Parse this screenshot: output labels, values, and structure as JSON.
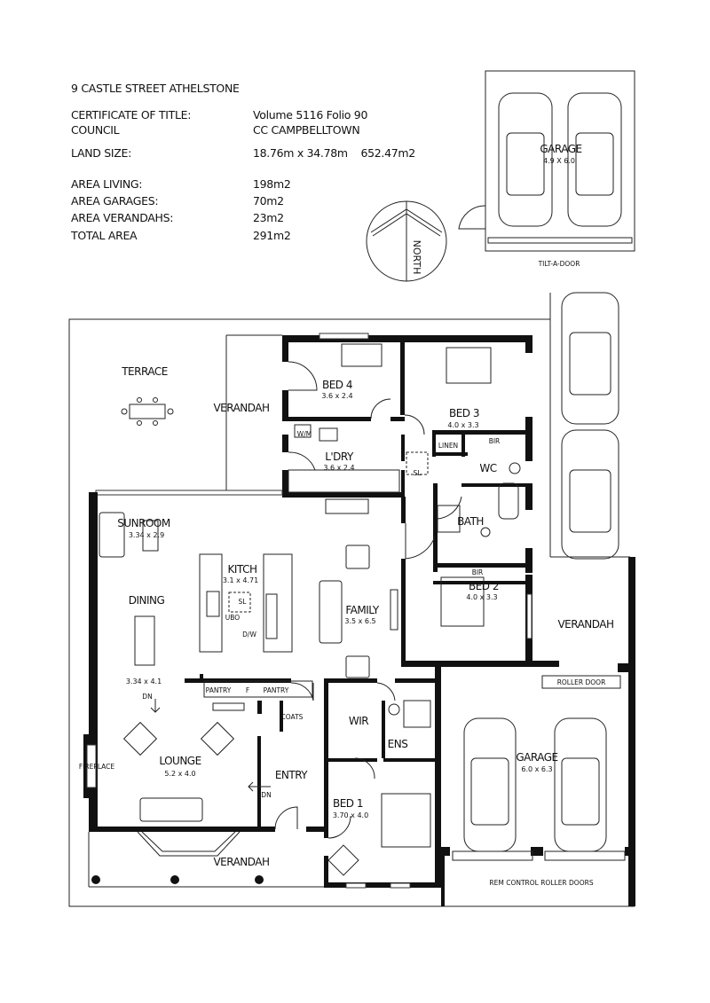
{
  "header": {
    "address": "9 CASTLE STREET ATHELSTONE",
    "rows": [
      {
        "label": "CERTIFICATE OF TITLE:",
        "value": "Volume 5116 Folio 90"
      },
      {
        "label": "COUNCIL",
        "value": "CC CAMPBELLTOWN"
      },
      {
        "label": "LAND SIZE:",
        "value": "18.76m x 34.78m    652.47m2"
      },
      {
        "label": "AREA LIVING:",
        "value": "198m2"
      },
      {
        "label": "AREA GARAGES:",
        "value": "70m2"
      },
      {
        "label": "AREA VERANDAHS:",
        "value": "23m2"
      },
      {
        "label": "TOTAL AREA",
        "value": "291m2"
      }
    ]
  },
  "compass": {
    "label": "NORTH"
  },
  "detached_garage": {
    "name": "GARAGE",
    "size": "4.9 X 6.0",
    "door": "TILT-A-DOOR"
  },
  "rooms": {
    "terrace": {
      "name": "TERRACE"
    },
    "verandah_side": {
      "name": "VERANDAH"
    },
    "bed4": {
      "name": "BED 4",
      "size": "3.6 x 2.4"
    },
    "bed3": {
      "name": "BED 3",
      "size": "4.0 x 3.3"
    },
    "laundry": {
      "name": "L'DRY",
      "size": "3.6 x 2.4"
    },
    "linen": {
      "name": "LINEN"
    },
    "bir3": {
      "name": "BIR"
    },
    "wc": {
      "name": "WC"
    },
    "bath": {
      "name": "BATH"
    },
    "sunroom": {
      "name": "SUNROOM",
      "size": "3.34 x 2.9"
    },
    "kitchen": {
      "name": "KITCH",
      "size": "3.1 x 4.71"
    },
    "family": {
      "name": "FAMILY",
      "size": "3.5 x 6.5"
    },
    "dining": {
      "name": "DINING",
      "size": "3.34 x 4.1"
    },
    "bir2": {
      "name": "BIR"
    },
    "bed2": {
      "name": "BED 2",
      "size": "4.0 x 3.3"
    },
    "verandah_right": {
      "name": "VERANDAH"
    },
    "garage": {
      "name": "GARAGE",
      "size": "6.0 x 6.3"
    },
    "wir": {
      "name": "WIR"
    },
    "ens": {
      "name": "ENS"
    },
    "coats": {
      "name": "COATS"
    },
    "lounge": {
      "name": "LOUNGE",
      "size": "5.2 x 4.0"
    },
    "fireplace": {
      "name": "FIREPLACE"
    },
    "entry": {
      "name": "ENTRY"
    },
    "bed1": {
      "name": "BED 1",
      "size": "3.70 x 4.0"
    },
    "verandah_front": {
      "name": "VERANDAH"
    }
  },
  "fixtures": {
    "wm": "W/M",
    "sl_hall": "SL",
    "sl_kitchen": "SL",
    "ubo": "UBO",
    "dw": "D/W",
    "pantry1": "PANTRY",
    "fridge": "F",
    "pantry2": "PANTRY",
    "dn_dining": "DN",
    "dn_entry": "DN",
    "roller_door": "ROLLER DOOR",
    "rem_control": "REM CONTROL ROLLER DOORS"
  }
}
